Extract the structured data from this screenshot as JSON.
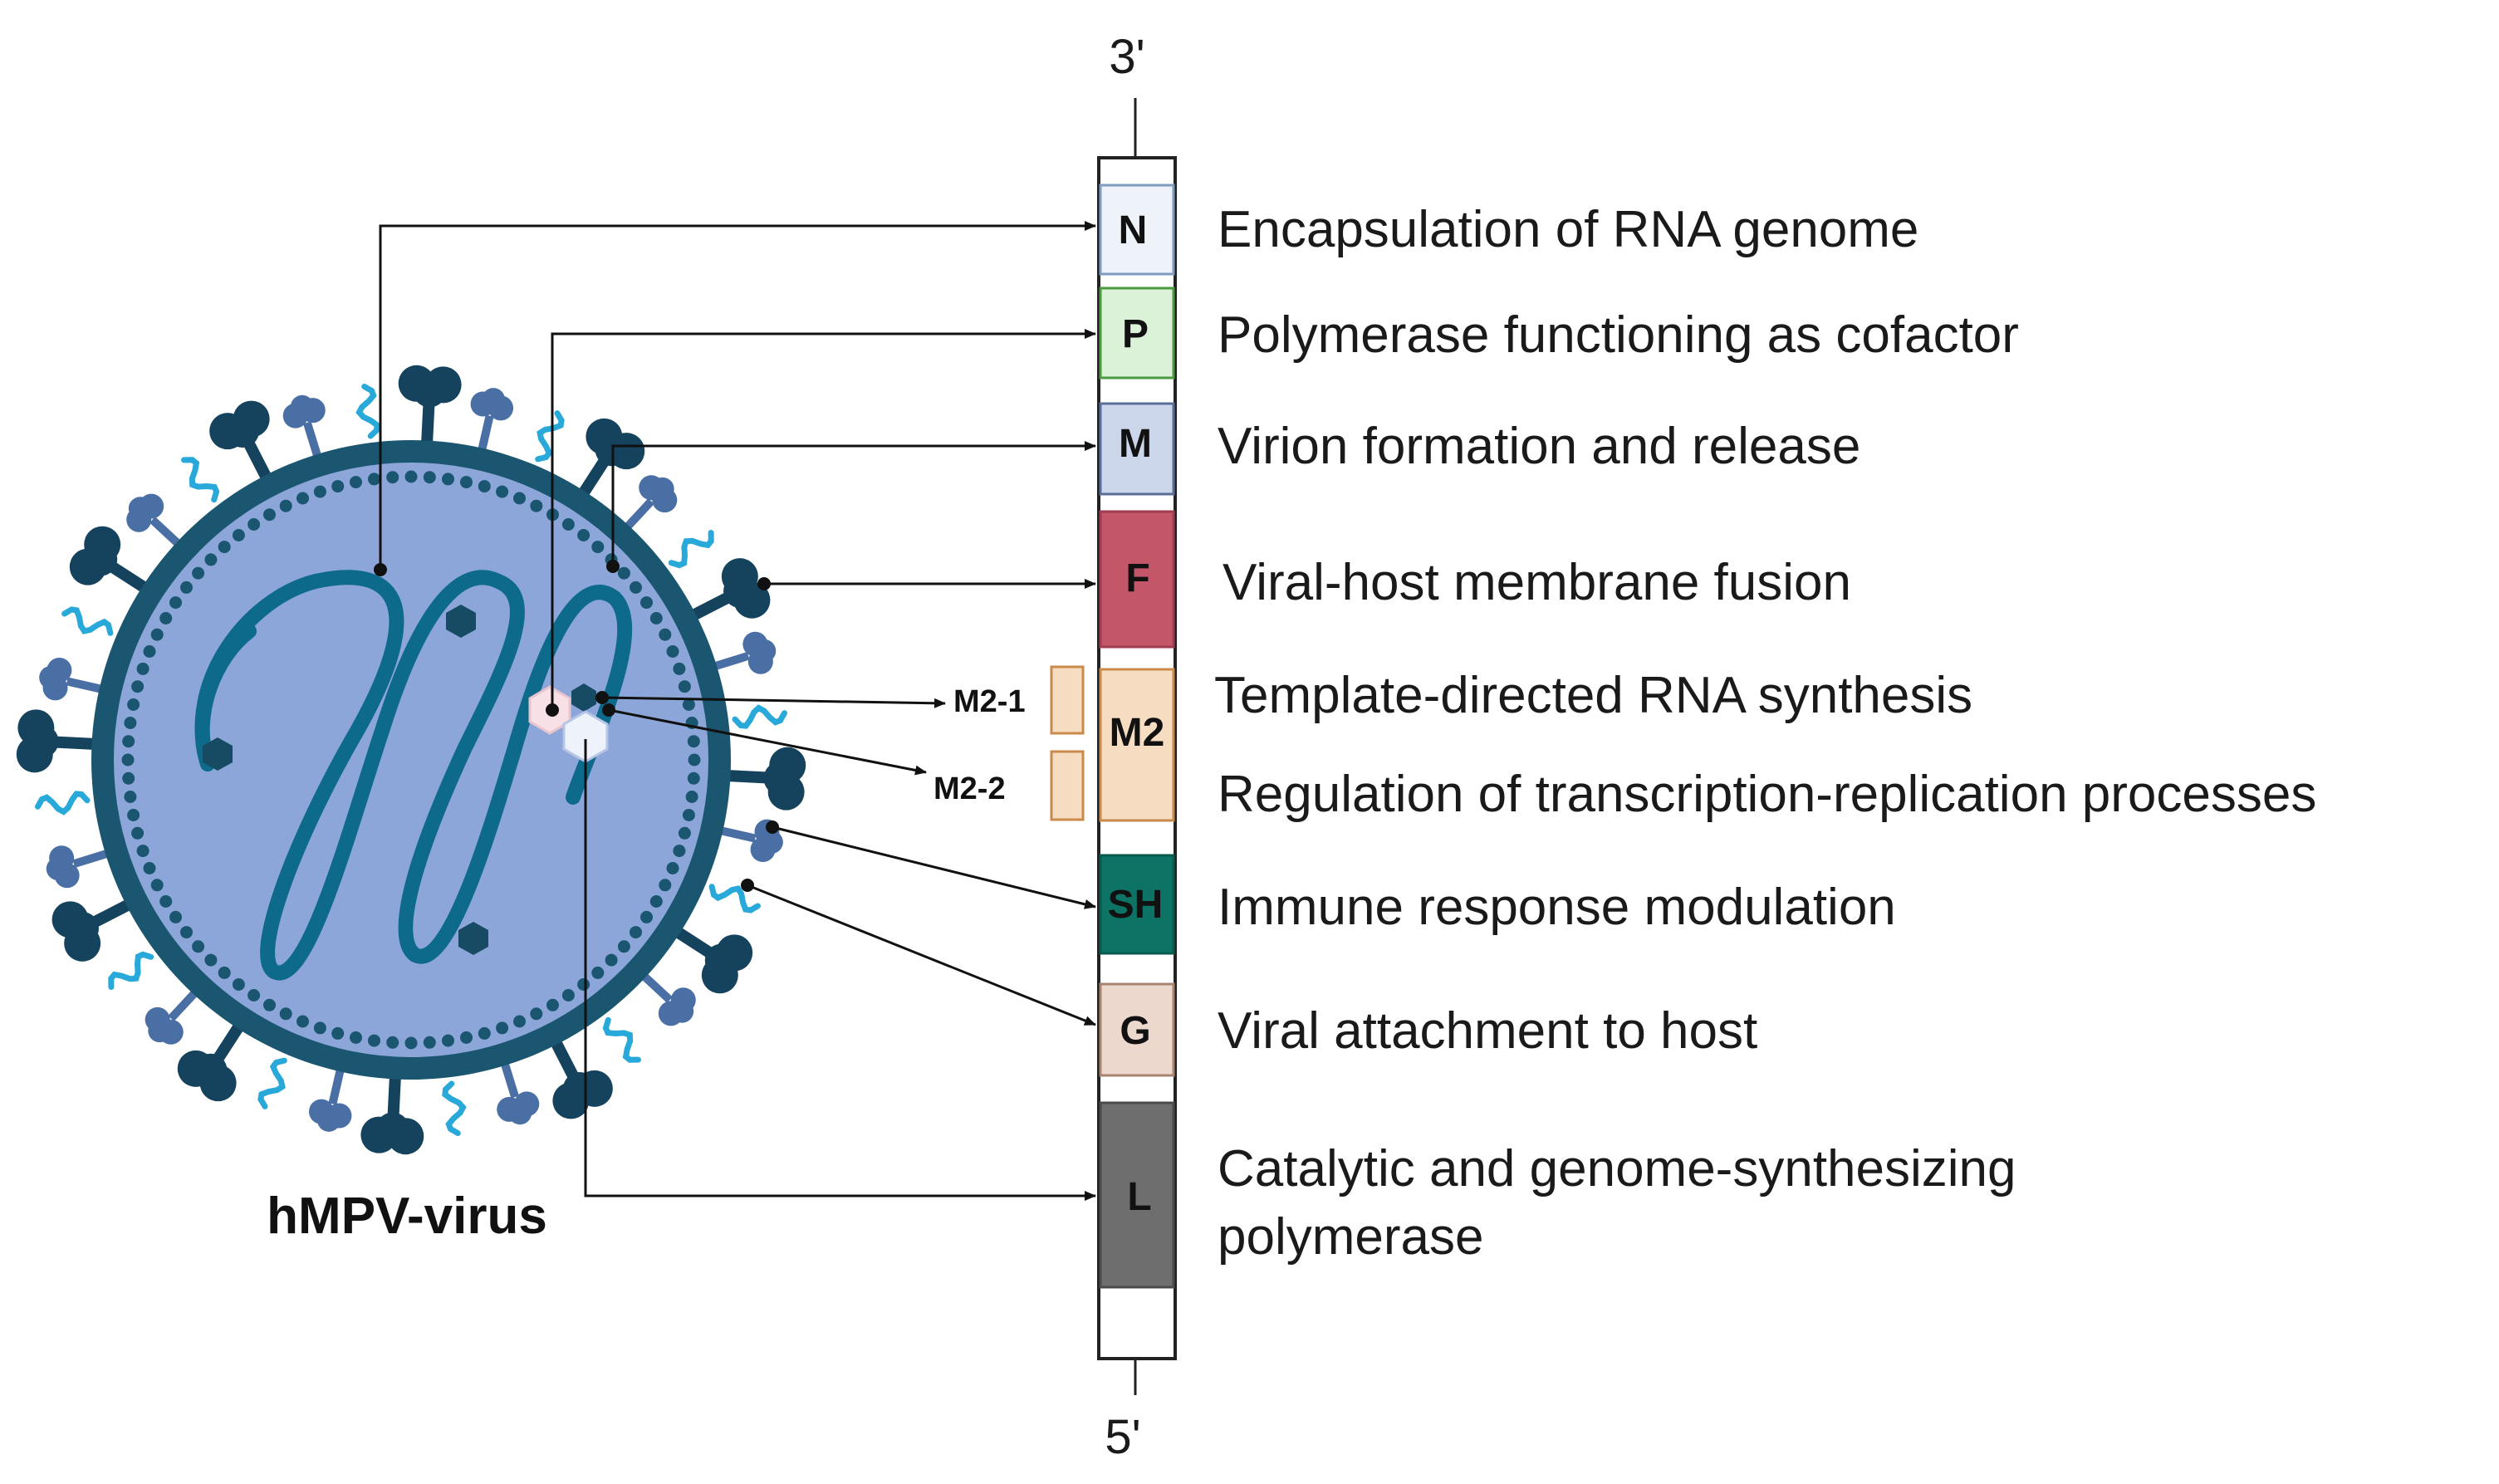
{
  "genome": {
    "end_3": "3'",
    "end_5": "5'",
    "genes": [
      {
        "id": "N",
        "label": "N",
        "color": "#eef3f9",
        "border": "#7f9bbf",
        "desc": "Encapsulation of RNA genome"
      },
      {
        "id": "P",
        "label": "P",
        "color": "#dcf2d8",
        "border": "#4a9a40",
        "desc": "Polymerase functioning as cofactor"
      },
      {
        "id": "M",
        "label": "M",
        "color": "#ccd6ea",
        "border": "#5a6e99",
        "desc": "Virion formation and release"
      },
      {
        "id": "F",
        "label": "F",
        "color": "#c4566a",
        "border": "#a03d50",
        "desc": "Viral-host membrane fusion"
      },
      {
        "id": "M2",
        "label": "M2",
        "color": "#f6dcc0",
        "border": "#c98a4a",
        "desc": "Template-directed RNA synthesis",
        "desc2": "Regulation of transcription-replication processes",
        "sub": [
          {
            "label": "M2-1"
          },
          {
            "label": "M2-2"
          }
        ]
      },
      {
        "id": "SH",
        "label": "SH",
        "color": "#0d7465",
        "border": "#095a4e",
        "desc": "Immune response modulation"
      },
      {
        "id": "G",
        "label": "G",
        "color": "#ecd8cc",
        "border": "#a88470",
        "desc": "Viral attachment to host"
      },
      {
        "id": "L",
        "label": "L",
        "color": "#6e6e6e",
        "border": "#4a4a4a",
        "desc": "Catalytic and genome-synthesizing",
        "desc2": "polymerase"
      }
    ]
  },
  "virus": {
    "title": "hMPV-virus",
    "colors": {
      "envelope": "#1a5670",
      "interior": "#8da6d9",
      "rna": "#0d6a8a",
      "spike": "#15435e",
      "spike_small": "#4a6fa5",
      "squiggle": "#29a9d9"
    }
  }
}
